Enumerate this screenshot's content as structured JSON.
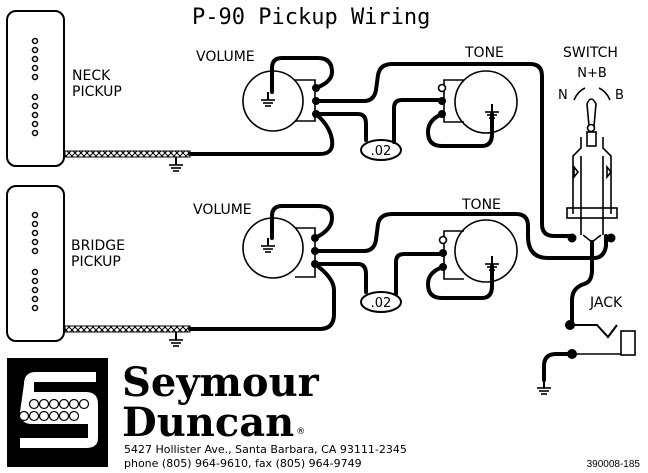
{
  "title": "P-90 Pickup Wiring",
  "pickups": {
    "neck": {
      "line1": "NECK",
      "line2": "PICKUP"
    },
    "bridge": {
      "line1": "BRIDGE",
      "line2": "PICKUP"
    }
  },
  "controls": {
    "neck_volume": "VOLUME",
    "neck_tone": "TONE",
    "bridge_volume": "VOLUME",
    "bridge_tone": "TONE",
    "neck_capacitor": ".02",
    "bridge_capacitor": ".02"
  },
  "switch": {
    "label": "SWITCH",
    "pos_middle": "N+B",
    "pos_left": "N",
    "pos_right": "B"
  },
  "jack": {
    "label": "JACK"
  },
  "brand": {
    "line1": "Seymour",
    "line2": "Duncan",
    "registered": "®",
    "address": "5427 Hollister Ave., Santa Barbara, CA 93111-2345",
    "phone": "phone (805) 964-9610, fax (805) 964-9749"
  },
  "document_code": "390008-185"
}
